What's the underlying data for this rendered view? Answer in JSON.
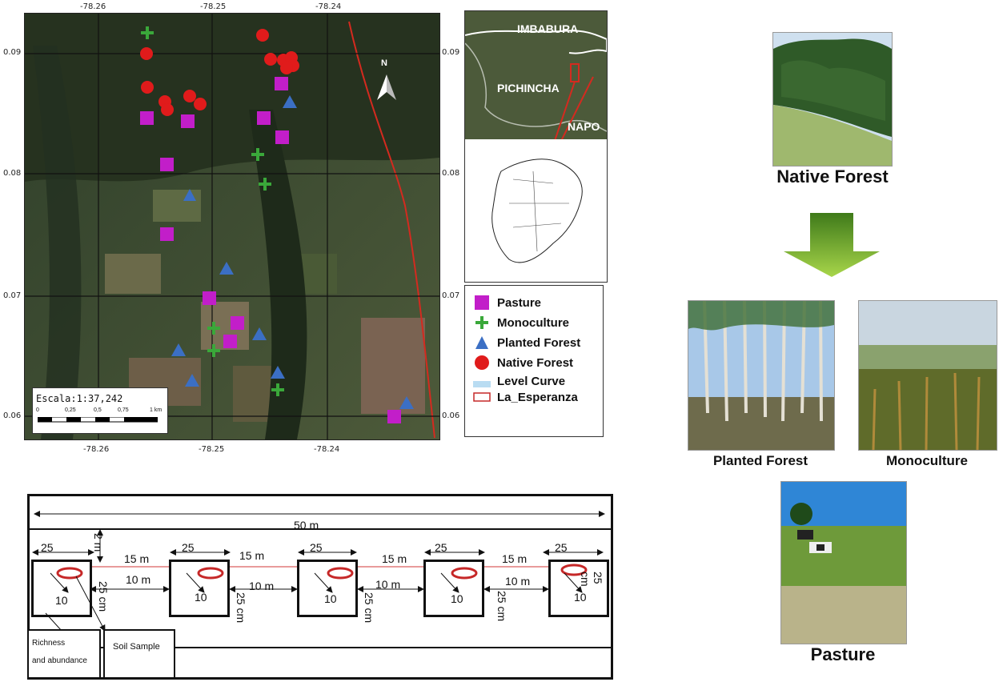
{
  "map": {
    "top_ticks": [
      "-78.26",
      "-78.25",
      "-78.24"
    ],
    "bottom_ticks": [
      "-78.26",
      "-78.25",
      "-78.24"
    ],
    "left_ticks": [
      "0.09",
      "0.08",
      "0.07",
      "0.06"
    ],
    "right_ticks": [
      "0.09",
      "0.08",
      "0.07",
      "0.06"
    ],
    "north_label": "N",
    "scale_text": "Escala:1:37,242",
    "scale_ticks": [
      "0",
      "0,25",
      "0,5",
      "0,75",
      "1 km"
    ]
  },
  "inset": {
    "regions": [
      "IMBABURA",
      "PICHINCHA",
      "NAPO"
    ]
  },
  "legend": {
    "items": [
      {
        "label": "Pasture",
        "symbol": "square",
        "color": "#c21ec9"
      },
      {
        "label": "Monoculture",
        "symbol": "plus",
        "color": "#3aa83a"
      },
      {
        "label": "Planted Forest",
        "symbol": "triangle",
        "color": "#3b6fc4"
      },
      {
        "label": "Native Forest",
        "symbol": "circle",
        "color": "#e01b1b"
      },
      {
        "label": "Level Curve",
        "symbol": "band",
        "color": "#b9dcf2"
      },
      {
        "label": "La_Esperanza",
        "symbol": "rect",
        "color": "#c62828"
      }
    ]
  },
  "photos": {
    "native_forest": "Native Forest",
    "planted_forest": "Planted Forest",
    "monoculture": "Monoculture",
    "pasture": "Pasture"
  },
  "diagram": {
    "total": "50 m",
    "height": "2 m",
    "plot_width": "25",
    "spacing_top": "15 m",
    "spacing_bottom": "10 m",
    "inner": "10",
    "plot_height": "25 cm",
    "richness_line1": "Richness",
    "richness_line2": "and abundance",
    "soil_sample": "Soil Sample"
  }
}
